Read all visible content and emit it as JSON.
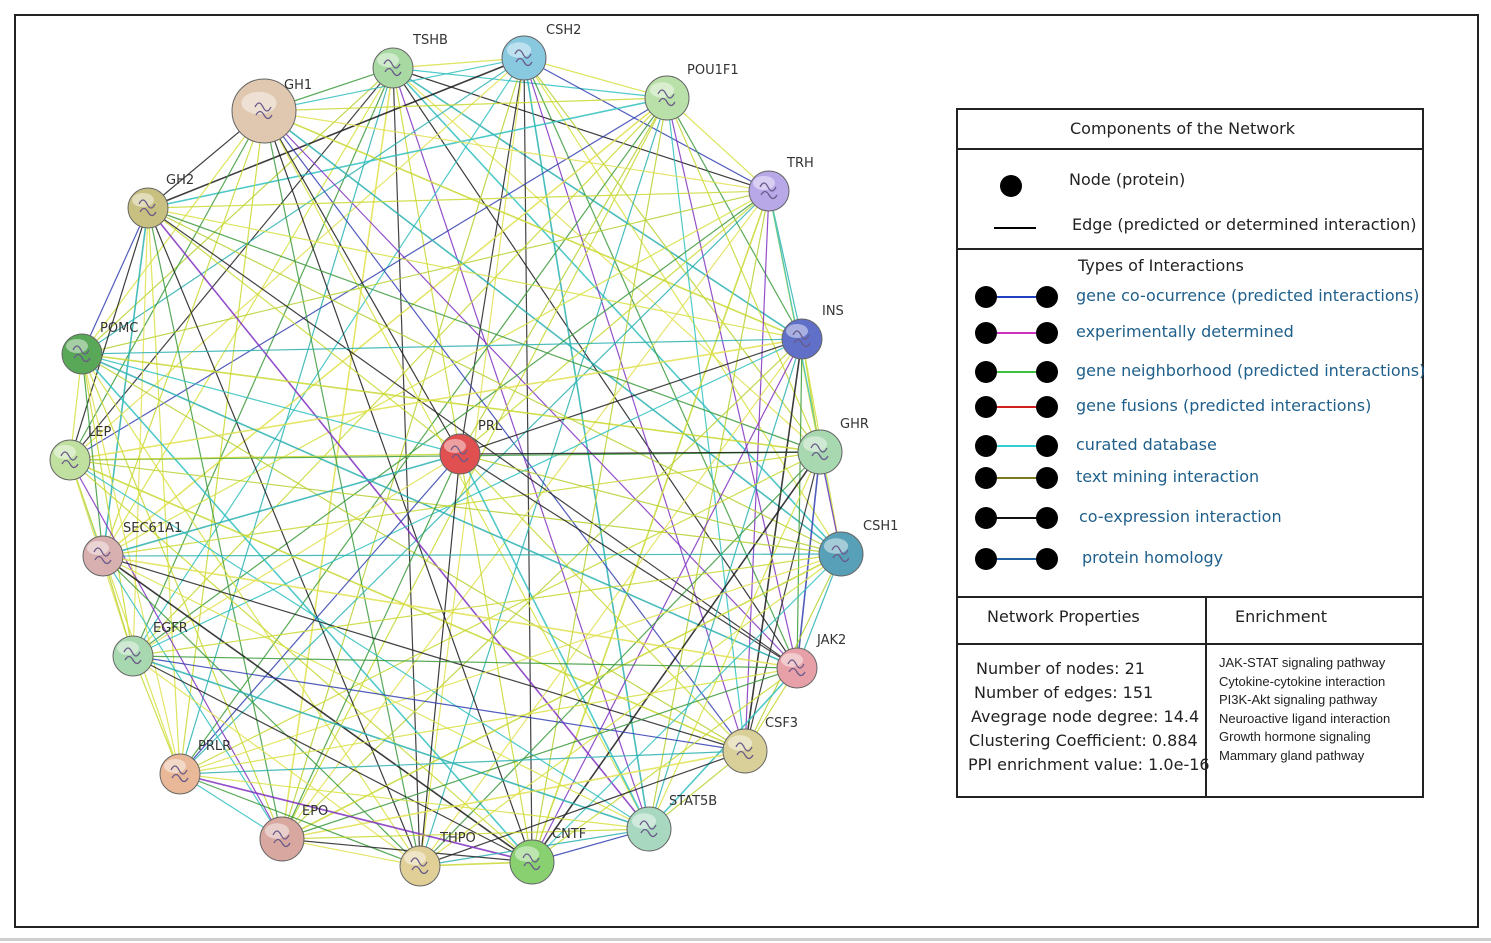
{
  "nodes": [
    {
      "id": "TSHB",
      "color": "#a9d9a2"
    },
    {
      "id": "CSH2",
      "color": "#88c9e0"
    },
    {
      "id": "POU1F1",
      "color": "#b8e0a8"
    },
    {
      "id": "GH1",
      "color": "#e0c8b0"
    },
    {
      "id": "TRH",
      "color": "#b8a8e8"
    },
    {
      "id": "GH2",
      "color": "#c8c080"
    },
    {
      "id": "INS",
      "color": "#6070c8"
    },
    {
      "id": "POMC",
      "color": "#58a858"
    },
    {
      "id": "GHR",
      "color": "#a8d8b0"
    },
    {
      "id": "LEP",
      "color": "#c0e0a0"
    },
    {
      "id": "PRL",
      "color": "#e05050"
    },
    {
      "id": "SEC61A1",
      "color": "#d8b0b0"
    },
    {
      "id": "CSH1",
      "color": "#58a0b8"
    },
    {
      "id": "EGFR",
      "color": "#a8d8b0"
    },
    {
      "id": "JAK2",
      "color": "#e8a0a8"
    },
    {
      "id": "CSF3",
      "color": "#d8d098"
    },
    {
      "id": "PRLR",
      "color": "#e8b898"
    },
    {
      "id": "STAT5B",
      "color": "#a8d8c0"
    },
    {
      "id": "EPO",
      "color": "#d8a8a0"
    },
    {
      "id": "THPO",
      "color": "#e0d098"
    },
    {
      "id": "CNTF",
      "color": "#88d070"
    }
  ],
  "legend": {
    "components_title": "Components of the Network",
    "node_label": "Node (protein)",
    "edge_label": "Edge (predicted or determined interaction)",
    "types_title": "Types of Interactions",
    "interactions": [
      {
        "label": "gene co-ocurrence (predicted interactions)",
        "color": "#2040c0"
      },
      {
        "label": "experimentally determined",
        "color": "#d030c0"
      },
      {
        "label": "gene neighborhood (predicted interactions)",
        "color": "#40c040"
      },
      {
        "label": "gene fusions (predicted interactions)",
        "color": "#d02020"
      },
      {
        "label": "curated database",
        "color": "#30d0d0"
      },
      {
        "label": "text mining interaction",
        "color": "#7a7a20"
      },
      {
        "label": "co-expression interaction",
        "color": "#111111"
      },
      {
        "label": "protein homology",
        "color": "#2060a0"
      }
    ],
    "network_properties_title": "Network Properties",
    "enrichment_title": "Enrichment",
    "properties": [
      "Number of nodes: 21",
      "Number of edges: 151",
      "Avegrage node degree: 14.4",
      "Clustering Coefficient: 0.884",
      "PPI enrichment value: 1.0e-16"
    ],
    "enrichment": [
      "JAK-STAT signaling pathway",
      "Cytokine-cytokine interaction",
      "PI3K-Akt signaling pathway",
      "Neuroactive ligand interaction",
      "Growth hormone signaling",
      "Mammary gland pathway"
    ]
  }
}
